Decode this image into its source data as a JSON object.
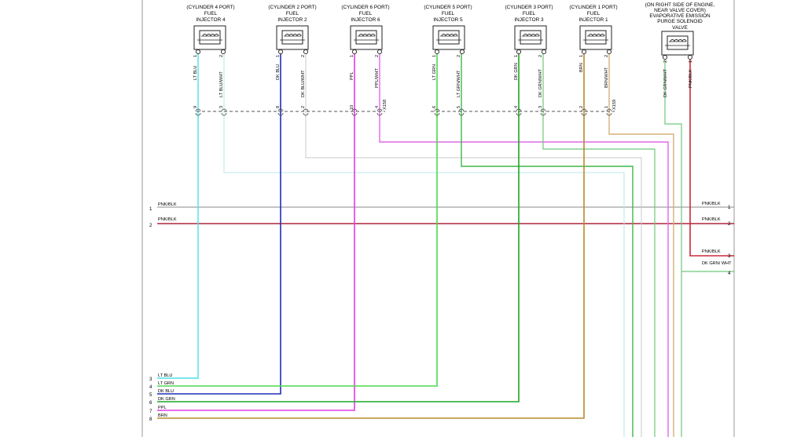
{
  "injectors": [
    {
      "id": "cyl4",
      "lines": [
        "(CYLINDER 4 PORT)",
        "FUEL",
        "INJECTOR 4"
      ],
      "pins": [
        {
          "num": "1",
          "wire": "LT BLU"
        },
        {
          "num": "2",
          "wire": "LT BLU/WHT"
        }
      ],
      "cavities": [
        {
          "num": "9"
        },
        {
          "num": "3"
        }
      ]
    },
    {
      "id": "cyl2",
      "lines": [
        "(CYLINDER 2 PORT)",
        "FUEL",
        "INJECTOR 2"
      ],
      "pins": [
        {
          "num": "1",
          "wire": "DK BLU"
        },
        {
          "num": "2",
          "wire": "DK BLU/WHT"
        }
      ],
      "cavities": [
        {
          "num": "8"
        },
        {
          "num": "2"
        }
      ]
    },
    {
      "id": "cyl6",
      "lines": [
        "(CYLINDER 6 PORT)",
        "FUEL",
        "INJECTOR 6"
      ],
      "pins": [
        {
          "num": "1",
          "wire": "PPL"
        },
        {
          "num": "2",
          "wire": "PPL/WHT"
        }
      ],
      "cavities": [
        {
          "num": "10"
        },
        {
          "num": "4"
        }
      ]
    },
    {
      "id": "cyl5",
      "lines": [
        "(CYLINDER 5 PORT)",
        "FUEL",
        "INJECTOR 5"
      ],
      "pins": [
        {
          "num": "1",
          "wire": "LT GRN"
        },
        {
          "num": "2",
          "wire": "LT GRN/WHT"
        }
      ],
      "cavities": [
        {
          "num": "6"
        },
        {
          "num": "5"
        }
      ]
    },
    {
      "id": "cyl3",
      "lines": [
        "(CYLINDER 3 PORT)",
        "FUEL",
        "INJECTOR 3"
      ],
      "pins": [
        {
          "num": "1",
          "wire": "DK GRN"
        },
        {
          "num": "2",
          "wire": "DK GRN/WHT"
        }
      ],
      "cavities": [
        {
          "num": "4"
        },
        {
          "num": "3"
        }
      ]
    },
    {
      "id": "cyl1",
      "lines": [
        "(CYLINDER 1 PORT)",
        "FUEL",
        "INJECTOR 1"
      ],
      "pins": [
        {
          "num": "1",
          "wire": "BRN"
        },
        {
          "num": "2",
          "wire": "BRN/WHT"
        }
      ],
      "cavities": [
        {
          "num": "2"
        },
        {
          "num": "1"
        }
      ]
    }
  ],
  "connector_ids": [
    "X158",
    "X159"
  ],
  "purge_valve": {
    "lines": [
      "(ON RIGHT SIDE OF ENGINE,",
      "NEAR VALVE COVER)",
      "EVAPORATIVE EMISSION",
      "PURGE SOLENOID",
      "VALVE"
    ],
    "pins": [
      {
        "num": "2",
        "wire": "DK GRN/WHT"
      },
      {
        "num": "1",
        "wire": "PNK/BLK"
      }
    ]
  },
  "left_refs": [
    {
      "num": "1",
      "wire": "PNK/BLK"
    },
    {
      "num": "2",
      "wire": "PNK/BLK"
    },
    {
      "num": "3",
      "wire": "LT BLU"
    },
    {
      "num": "4",
      "wire": "LT GRN"
    },
    {
      "num": "5",
      "wire": "DK BLU"
    },
    {
      "num": "6",
      "wire": "DK GRN"
    },
    {
      "num": "7",
      "wire": "PPL"
    },
    {
      "num": "8",
      "wire": "BRN"
    }
  ],
  "right_refs": [
    {
      "num": "1",
      "wire": "PNK/BLK"
    },
    {
      "num": "2",
      "wire": "PNK/BLK"
    },
    {
      "num": "3",
      "wire": "PNK/BLK"
    },
    {
      "num": "4",
      "wire": "DK GRN/ WHT"
    }
  ],
  "wire_colors": {
    "pnk_blk_1": "#888888",
    "pnk_blk_2": "#b0233c",
    "lt_blu": "#49e0ec",
    "lt_blu_wht": "#bde6ea",
    "dk_blu": "#1d2fb8",
    "dk_blu_wht": "#c8c8c8",
    "ppl": "#e03ce6",
    "ppl_wht": "#e06ae6",
    "lt_grn": "#4dd94d",
    "lt_grn_wht": "#3fb64a",
    "dk_grn": "#1ea624",
    "dk_grn_wht": "#6fc77a",
    "brn": "#b98a2e",
    "brn_wht": "#d2b27a",
    "gray": "#bbbbbb",
    "purge_red": "#c62a3a"
  }
}
